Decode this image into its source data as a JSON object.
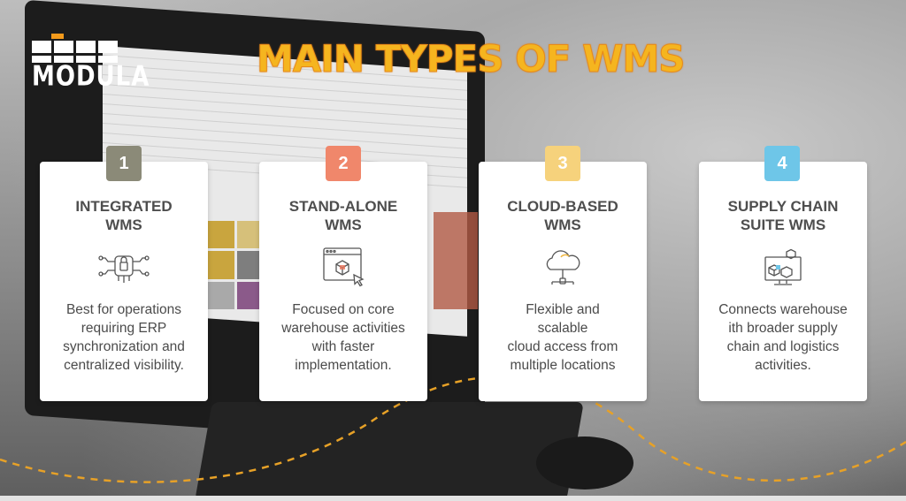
{
  "brand": {
    "logo_text": "MODULA"
  },
  "title": "MAIN TYPES OF WMS",
  "colors": {
    "title": "#f5b51f",
    "badge_1": "#8b8a78",
    "badge_2": "#f0876b",
    "badge_3": "#f6d27c",
    "badge_4": "#6ec6e8",
    "dashed_line": "#e7a127",
    "card_bg": "#ffffff"
  },
  "cards": [
    {
      "number": "1",
      "title_line1": "INTEGRATED",
      "title_line2": "WMS",
      "icon": "chip-network-icon",
      "desc_line1": "Best for operations",
      "desc_line2": "requiring ERP",
      "desc_line3": "synchronization and",
      "desc_line4": "centralized visibility."
    },
    {
      "number": "2",
      "title_line1": "STAND-ALONE",
      "title_line2": "WMS",
      "icon": "browser-box-cursor-icon",
      "desc_line1": "Focused on core",
      "desc_line2": "warehouse activities",
      "desc_line3": "with faster",
      "desc_line4": "implementation."
    },
    {
      "number": "3",
      "title_line1": "CLOUD-BASED",
      "title_line2": "WMS",
      "icon": "cloud-network-icon",
      "desc_line1": "Flexible and",
      "desc_line2": "scalable",
      "desc_line3": "cloud access from",
      "desc_line4": "multiple locations"
    },
    {
      "number": "4",
      "title_line1": "SUPPLY CHAIN",
      "title_line2": "SUITE WMS",
      "icon": "monitor-boxes-icon",
      "desc_line1": "Connects warehouse",
      "desc_line2": "ith broader supply",
      "desc_line3": "chain and logistics",
      "desc_line4": "activities."
    }
  ]
}
